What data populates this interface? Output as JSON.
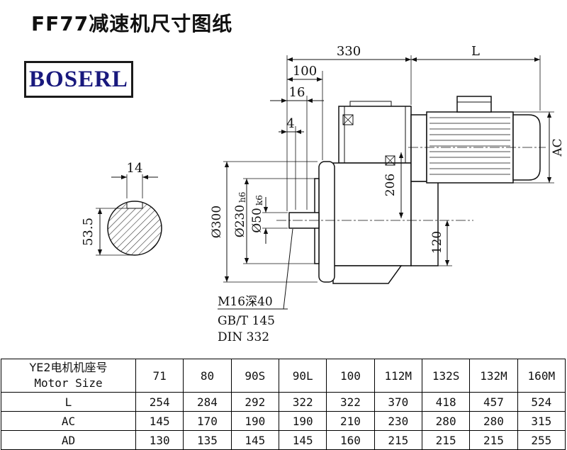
{
  "page": {
    "title": "FF77减速机尺寸图纸",
    "logo": "BOSERL"
  },
  "drawing": {
    "dims": {
      "top_330": "330",
      "top_L": "L",
      "top_100": "100",
      "top_16": "16",
      "top_4": "4",
      "ac": "AC",
      "h_206": "206",
      "h_120": "120",
      "dia_300": "Ø300",
      "dia_230": "Ø230",
      "dia_230_tol": "h6",
      "dia_50": "Ø50",
      "dia_50_tol": "k6",
      "key_width": "14",
      "key_height": "53.5"
    },
    "notes": {
      "line1": "M16深40",
      "line2": "GB/T 145",
      "line3": "DIN 332"
    }
  },
  "table": {
    "header": {
      "line1": "YE2电机机座号",
      "line2": "Motor Size"
    },
    "cols": [
      "71",
      "80",
      "90S",
      "90L",
      "100",
      "112M",
      "132S",
      "132M",
      "160M"
    ],
    "rows": [
      {
        "label": "L",
        "values": [
          "254",
          "284",
          "292",
          "322",
          "322",
          "370",
          "418",
          "457",
          "524"
        ]
      },
      {
        "label": "AC",
        "values": [
          "145",
          "170",
          "190",
          "190",
          "210",
          "230",
          "280",
          "280",
          "315"
        ]
      },
      {
        "label": "AD",
        "values": [
          "130",
          "135",
          "145",
          "145",
          "160",
          "215",
          "215",
          "215",
          "255"
        ]
      }
    ]
  }
}
